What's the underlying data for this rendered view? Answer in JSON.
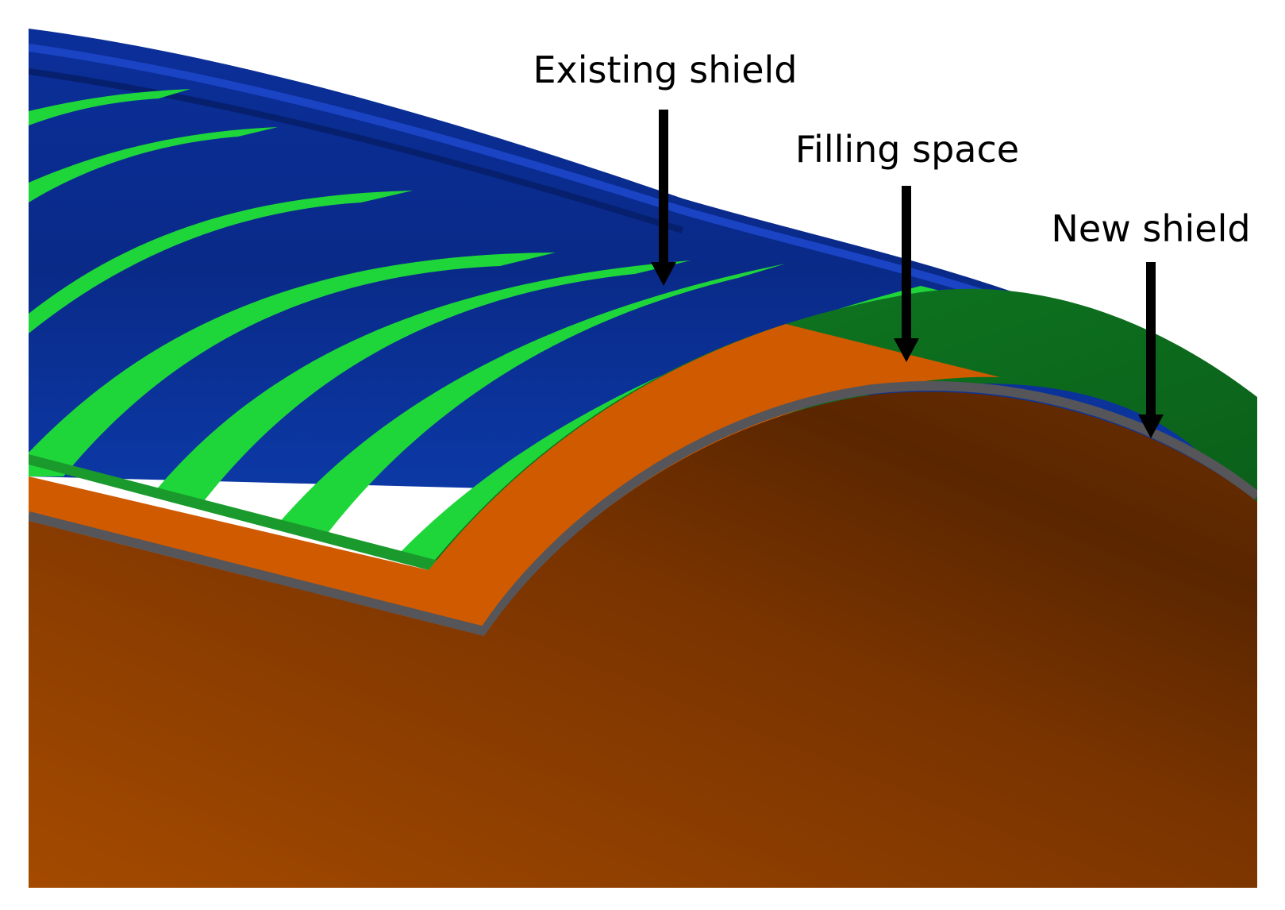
{
  "figure": {
    "colors": {
      "background": "#ffffff",
      "existing_shield_blue": "#0a2a8a",
      "existing_shield_blue_light": "#1e46c8",
      "spacer_green": "#1fd63a",
      "new_shield_green": "#0d6e1c",
      "filling_space_orange": "#d05a00",
      "base_brown_dark": "#5a2400",
      "base_brown_light": "#a04800",
      "shield_edge_gray": "#55555a",
      "arrow": "#000000"
    },
    "annotations": [
      {
        "id": "existing-shield",
        "text": "Existing shield"
      },
      {
        "id": "filling-space",
        "text": "Filling space"
      },
      {
        "id": "new-shield",
        "text": "New shield"
      }
    ]
  }
}
